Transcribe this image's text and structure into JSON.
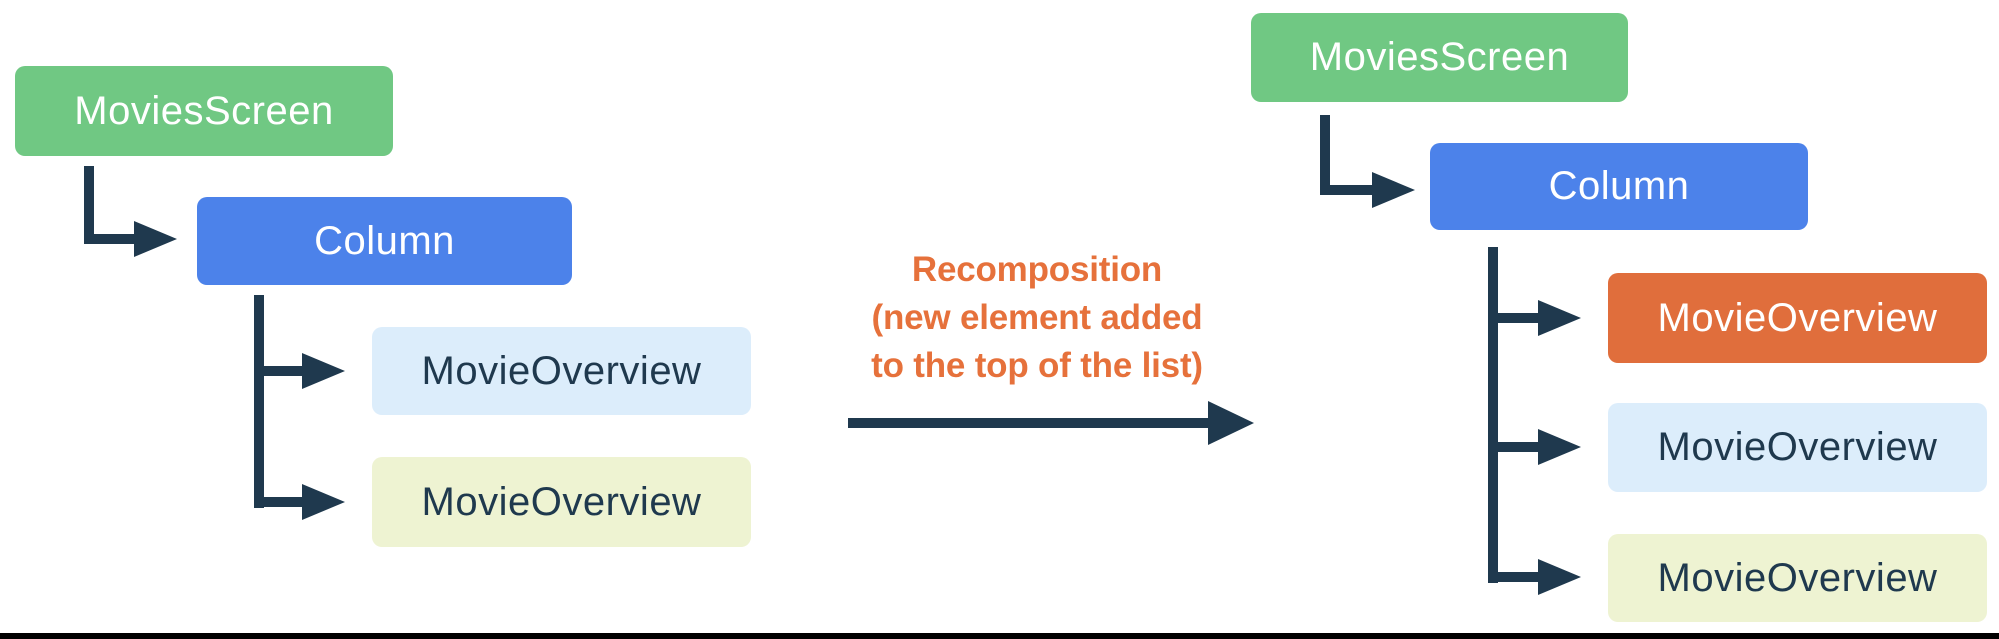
{
  "colors": {
    "background": "#ffffff",
    "green": "#70C883",
    "blue": "#4C82EA",
    "orange": "#E06E3C",
    "light_blue": "#DCEDFB",
    "pale_yellow": "#EEF3D2",
    "connector": "#1F394E",
    "dark_text": "#1F394E",
    "light_text": "#FFFFFF",
    "annotation": "#E6713B",
    "bottom_bar": "#000000"
  },
  "left_tree": {
    "movies_screen": "MoviesScreen",
    "column": "Column",
    "movie_overview_1": "MovieOverview",
    "movie_overview_2": "MovieOverview"
  },
  "right_tree": {
    "movies_screen": "MoviesScreen",
    "column": "Column",
    "movie_overview_new": "MovieOverview",
    "movie_overview_1": "MovieOverview",
    "movie_overview_2": "MovieOverview"
  },
  "annotation": {
    "line1": "Recomposition",
    "line2": "(new element added",
    "line3": "to the top of the list)"
  }
}
